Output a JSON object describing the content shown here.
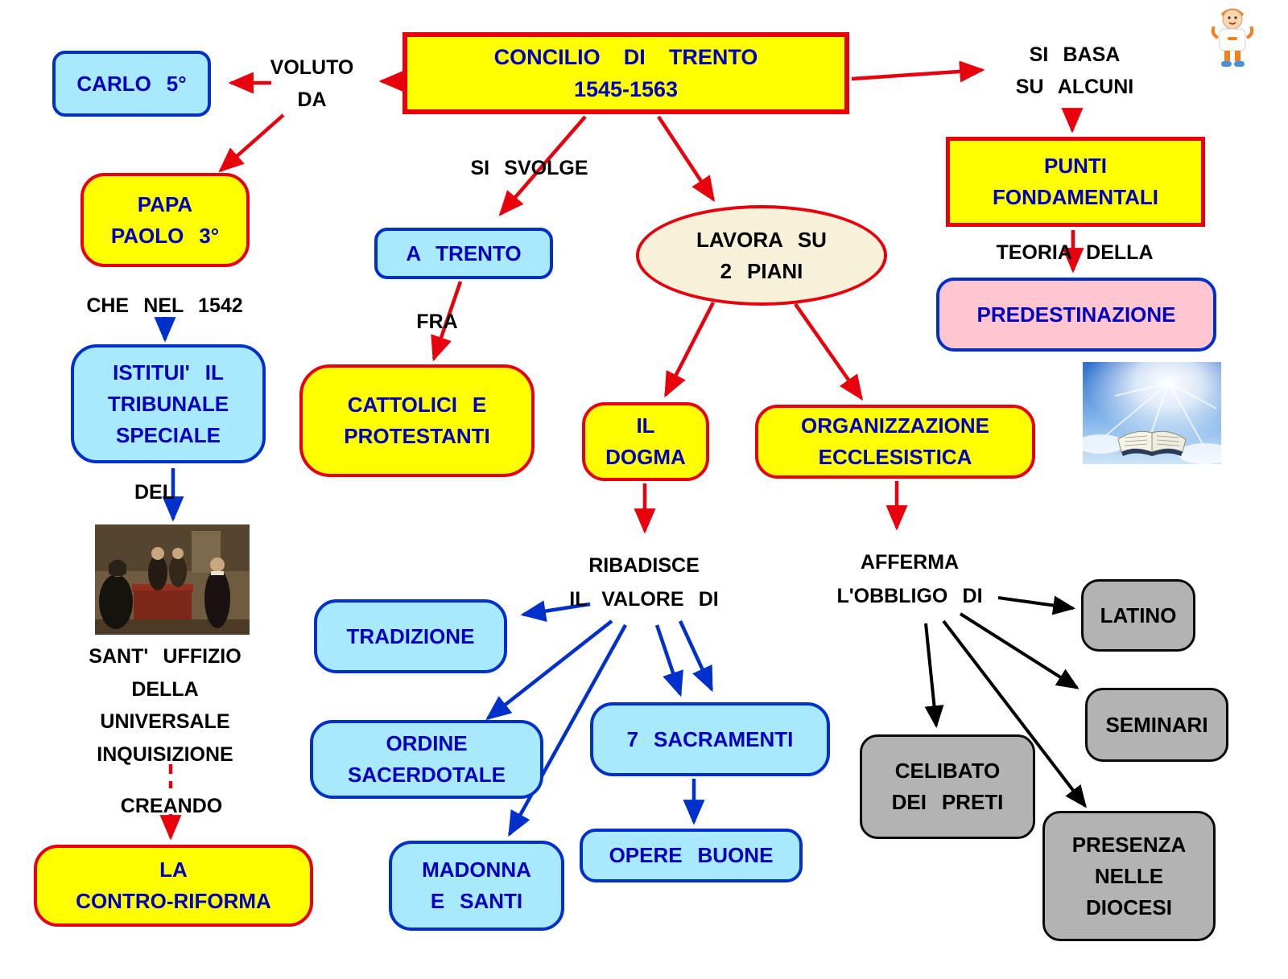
{
  "colors": {
    "node_yellow": "#ffff00",
    "node_cyan": "#a8e9fd",
    "node_pink": "#ffc6cf",
    "node_gray": "#b3b3b3",
    "ellipse_cream": "#f8f1da",
    "border_red": "#e8000d",
    "border_blue": "#0030cc",
    "text_blue": "#0000c0",
    "text_black": "#000000"
  },
  "nodes": {
    "concilio": {
      "line1": "CONCILIO DI TRENTO",
      "line2": "1545-1563"
    },
    "carlo": {
      "label": "CARLO 5°"
    },
    "papa": {
      "line1": "PAPA",
      "line2": "PAOLO 3°"
    },
    "tribunale": {
      "line1": "ISTITUI' IL",
      "line2": "TRIBUNALE",
      "line3": "SPECIALE"
    },
    "controriforma": {
      "line1": "LA",
      "line2": "CONTRO-RIFORMA"
    },
    "a_trento": {
      "label": "A TRENTO"
    },
    "cattolici": {
      "line1": "CATTOLICI E",
      "line2": "PROTESTANTI"
    },
    "lavora": {
      "line1": "LAVORA SU",
      "line2": "2 PIANI"
    },
    "il_dogma": {
      "line1": "IL",
      "line2": "DOGMA"
    },
    "organizzazione": {
      "line1": "ORGANIZZAZIONE",
      "line2": "ECCLESISTICA"
    },
    "tradizione": {
      "label": "TRADIZIONE"
    },
    "ordine": {
      "line1": "ORDINE",
      "line2": "SACERDOTALE"
    },
    "madonna": {
      "line1": "MADONNA",
      "line2": "E SANTI"
    },
    "sacramenti": {
      "label": "7 SACRAMENTI"
    },
    "opere": {
      "label": "OPERE BUONE"
    },
    "latino": {
      "label": "LATINO"
    },
    "seminari": {
      "label": "SEMINARI"
    },
    "celibato": {
      "line1": "CELIBATO",
      "line2": "DEI PRETI"
    },
    "presenza": {
      "line1": "PRESENZA",
      "line2": "NELLE",
      "line3": "DIOCESI"
    },
    "punti": {
      "line1": "PUNTI",
      "line2": "FONDAMENTALI"
    },
    "predestinazione": {
      "label": "PREDESTINAZIONE"
    }
  },
  "labels": {
    "voluto": {
      "line1": "VOLUTO",
      "line2": "DA"
    },
    "che_nel": "CHE NEL 1542",
    "del": "DEL",
    "sant_uffizio": {
      "line1": "SANT' UFFIZIO",
      "line2": "DELLA",
      "line3": "UNIVERSALE",
      "line4": "INQUISIZIONE"
    },
    "creando": "CREANDO",
    "si_svolge": "SI SVOLGE",
    "fra": "FRA",
    "ribadisce": {
      "line1": "RIBADISCE",
      "line2": "IL VALORE DI"
    },
    "afferma": {
      "line1": "AFFERMA",
      "line2": "L'OBBLIGO DI"
    },
    "si_basa": {
      "line1": "SI BASA",
      "line2": "SU ALCUNI"
    },
    "teoria": "TEORIA DELLA"
  }
}
